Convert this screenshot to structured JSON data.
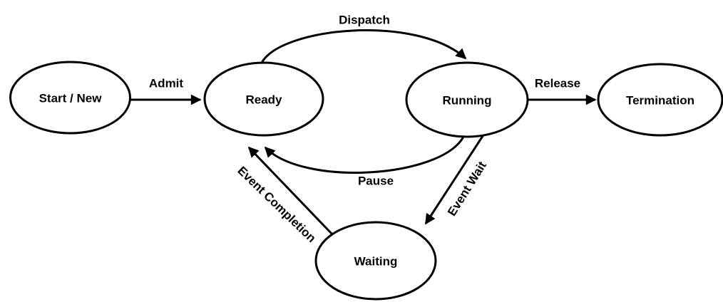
{
  "diagram": {
    "type": "process-state-diagram",
    "colors": {
      "background": "#ffffff",
      "stroke": "#000000",
      "text": "#000000"
    },
    "nodes": [
      {
        "id": "start-new",
        "label": "Start / New"
      },
      {
        "id": "ready",
        "label": "Ready"
      },
      {
        "id": "running",
        "label": "Running"
      },
      {
        "id": "termination",
        "label": "Termination"
      },
      {
        "id": "waiting",
        "label": "Waiting"
      }
    ],
    "edges": [
      {
        "id": "admit",
        "from": "start-new",
        "to": "ready",
        "label": "Admit"
      },
      {
        "id": "dispatch",
        "from": "ready",
        "to": "running",
        "label": "Dispatch"
      },
      {
        "id": "release",
        "from": "running",
        "to": "termination",
        "label": "Release"
      },
      {
        "id": "pause",
        "from": "running",
        "to": "ready",
        "label": "Pause"
      },
      {
        "id": "event-wait",
        "from": "running",
        "to": "waiting",
        "label": "Event Wait"
      },
      {
        "id": "event-completion",
        "from": "waiting",
        "to": "ready",
        "label": "Event Completion"
      }
    ]
  }
}
